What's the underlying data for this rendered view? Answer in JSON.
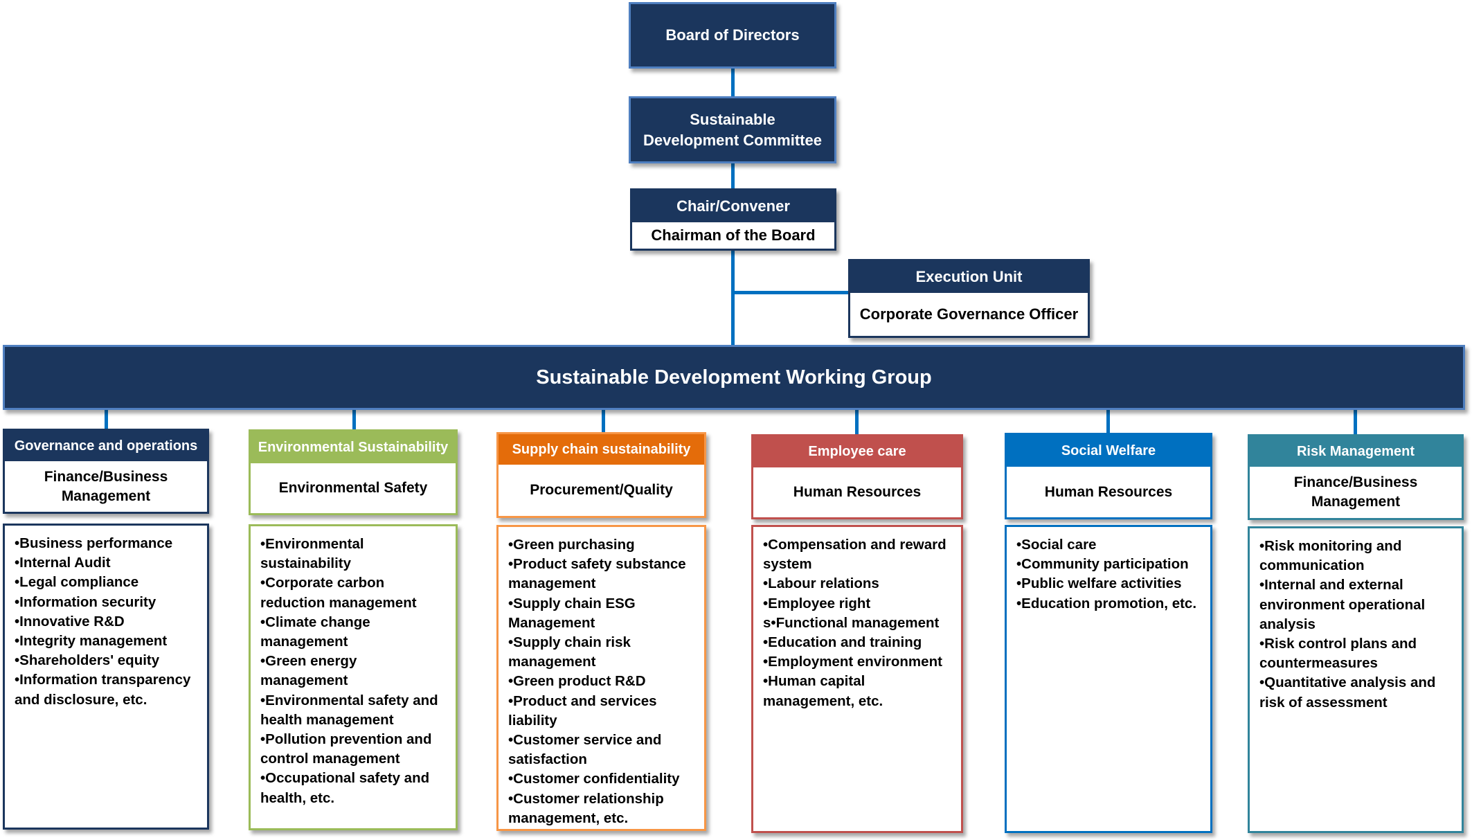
{
  "board": {
    "label": "Board of Directors"
  },
  "committee": {
    "label": "Sustainable Development Committee"
  },
  "chair": {
    "title": "Chair/Convener",
    "person": "Chairman of the Board"
  },
  "execution": {
    "title": "Execution Unit",
    "person": "Corporate Governance Officer"
  },
  "working_group": {
    "label": "Sustainable Development Working Group"
  },
  "colors": {
    "navy": "#1b365d",
    "connector": "#0070c0",
    "green": "#9bbb59",
    "orange": "#e46c0a",
    "orange_border": "#f79646",
    "red": "#c0504d",
    "blue": "#0070c0",
    "teal": "#31849b"
  },
  "columns": [
    {
      "header": "Governance and operations",
      "department": "Finance/Business Management",
      "items": [
        "•Business performance",
        "•Internal Audit",
        "•Legal compliance",
        "•Information security",
        "•Innovative R&D",
        "•Integrity management",
        "•Shareholders' equity",
        "•Information transparency and disclosure, etc."
      ]
    },
    {
      "header": "Environmental Sustainability",
      "department": "Environmental Safety",
      "items": [
        "•Environmental sustainability",
        "•Corporate carbon reduction management",
        "•Climate change management",
        "•Green energy management",
        "•Environmental safety and health management",
        "•Pollution prevention and control management",
        "•Occupational safety and health, etc."
      ]
    },
    {
      "header": "Supply chain sustainability",
      "department": "Procurement/Quality",
      "items": [
        "•Green purchasing",
        "•Product safety substance management",
        "•Supply chain ESG Management",
        "•Supply chain risk management",
        "•Green product R&D",
        "•Product and services liability",
        "•Customer service and satisfaction",
        "•Customer confidentiality",
        "•Customer relationship management, etc."
      ]
    },
    {
      "header": "Employee care",
      "department": "Human Resources",
      "items": [
        "•Compensation and reward system",
        "•Labour relations",
        "•Employee right",
        "s•Functional management",
        "•Education and training",
        "•Employment environment",
        "•Human capital management, etc."
      ]
    },
    {
      "header": "Social Welfare",
      "department": "Human Resources",
      "items": [
        "•Social care",
        "•Community participation",
        "•Public welfare activities",
        "•Education promotion, etc."
      ]
    },
    {
      "header": "Risk Management",
      "department": "Finance/Business Management",
      "items": [
        "•Risk monitoring and communication",
        "•Internal and external environment operational analysis",
        "•Risk control plans and countermeasures",
        "•Quantitative analysis and risk of assessment"
      ]
    }
  ]
}
